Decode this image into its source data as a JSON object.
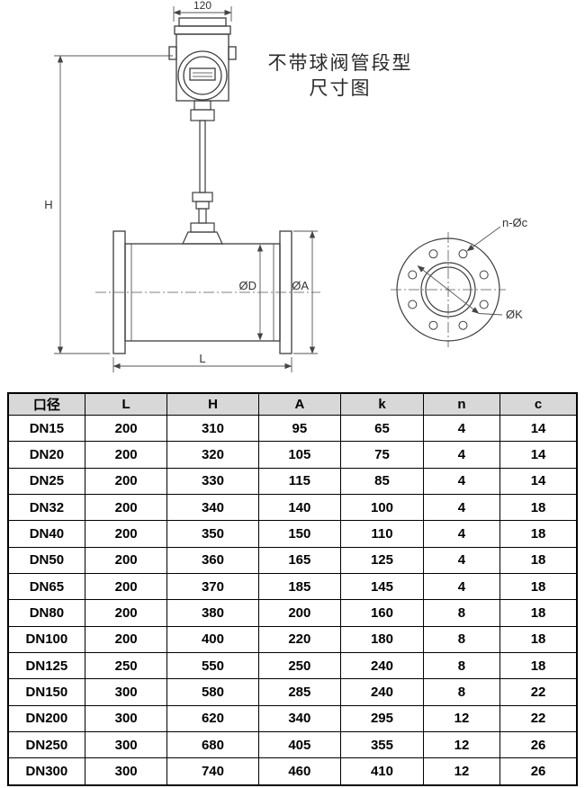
{
  "title": {
    "line1": "不带球阀管段型",
    "line2": "尺寸图"
  },
  "drawing": {
    "dim_top": "120",
    "dim_height": "H",
    "dim_inner_diameter": "ØD",
    "dim_outer_diameter": "ØA",
    "dim_length": "L",
    "flange_view": {
      "bolt_label": "n-Øc",
      "bolt_circle_label": "ØK"
    }
  },
  "table": {
    "headers": [
      "口径",
      "L",
      "H",
      "A",
      "k",
      "n",
      "c"
    ],
    "rows": [
      [
        "DN15",
        "200",
        "310",
        "95",
        "65",
        "4",
        "14"
      ],
      [
        "DN20",
        "200",
        "320",
        "105",
        "75",
        "4",
        "14"
      ],
      [
        "DN25",
        "200",
        "330",
        "115",
        "85",
        "4",
        "14"
      ],
      [
        "DN32",
        "200",
        "340",
        "140",
        "100",
        "4",
        "18"
      ],
      [
        "DN40",
        "200",
        "350",
        "150",
        "110",
        "4",
        "18"
      ],
      [
        "DN50",
        "200",
        "360",
        "165",
        "125",
        "4",
        "18"
      ],
      [
        "DN65",
        "200",
        "370",
        "185",
        "145",
        "4",
        "18"
      ],
      [
        "DN80",
        "200",
        "380",
        "200",
        "160",
        "8",
        "18"
      ],
      [
        "DN100",
        "200",
        "400",
        "220",
        "180",
        "8",
        "18"
      ],
      [
        "DN125",
        "250",
        "550",
        "250",
        "240",
        "8",
        "18"
      ],
      [
        "DN150",
        "300",
        "580",
        "285",
        "240",
        "8",
        "22"
      ],
      [
        "DN200",
        "300",
        "620",
        "340",
        "295",
        "12",
        "22"
      ],
      [
        "DN250",
        "300",
        "680",
        "405",
        "355",
        "12",
        "26"
      ],
      [
        "DN300",
        "300",
        "740",
        "460",
        "410",
        "12",
        "26"
      ]
    ],
    "header_bg": "#d8d8d8"
  },
  "colors": {
    "line": "#3d3d3d",
    "dimension_line": "#555555",
    "background": "#ffffff"
  }
}
